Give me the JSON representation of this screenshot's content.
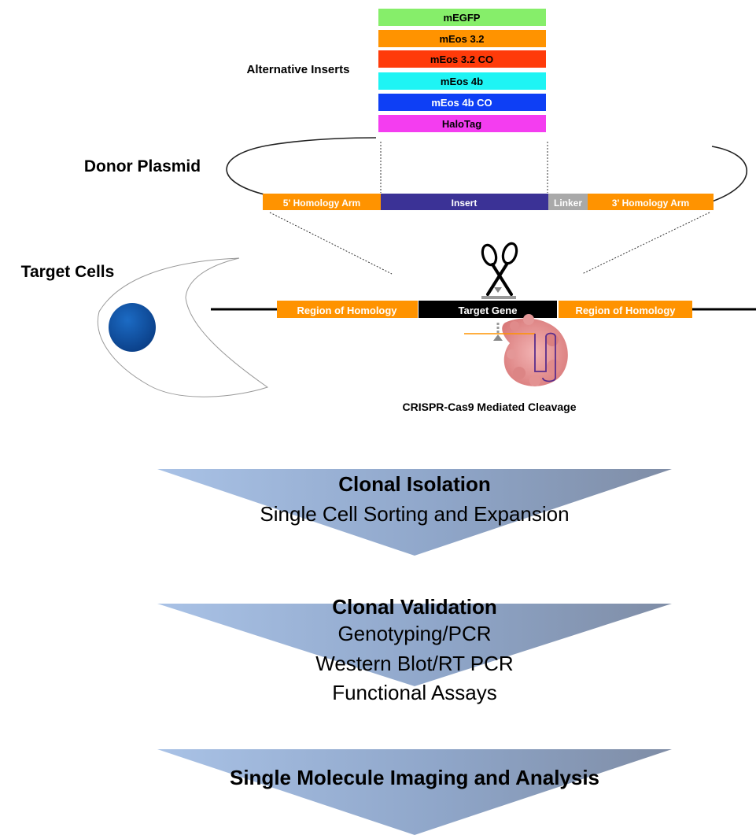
{
  "labels": {
    "alternative_inserts": "Alternative Inserts",
    "donor_plasmid": "Donor Plasmid",
    "target_cells": "Target Cells",
    "crispr": "CRISPR-Cas9 Mediated Cleavage"
  },
  "inserts": [
    {
      "label": "mEGFP",
      "color": "#86EE6A"
    },
    {
      "label": "mEos 3.2",
      "color": "#FF9300"
    },
    {
      "label": "mEos 3.2 CO",
      "color": "#FF3B0A"
    },
    {
      "label": "mEos 4b",
      "color": "#1EF4F4"
    },
    {
      "label": "mEos 4b CO",
      "color": "#0E3FF5"
    },
    {
      "label": "HaloTag",
      "color": "#F43DF0"
    }
  ],
  "plasmid": {
    "arm5": "5' Homology Arm",
    "insert": "Insert",
    "linker": "Linker",
    "arm3": "3' Homology Arm",
    "colors": {
      "arm": "#FF9300",
      "insert": "#3B3296",
      "linker": "#A9A9A9"
    }
  },
  "genome": {
    "left_region": "Region of Homology",
    "target_gene": "Target Gene",
    "right_region": "Region of Homology"
  },
  "steps": {
    "isolation_title": "Clonal Isolation",
    "isolation_sub": "Single Cell Sorting and Expansion",
    "validation_title": "Clonal Validation",
    "validation_lines": [
      "Genotyping/PCR",
      "Western Blot/RT PCR",
      "Functional Assays"
    ],
    "imaging_title": "Single Molecule Imaging and Analysis"
  }
}
